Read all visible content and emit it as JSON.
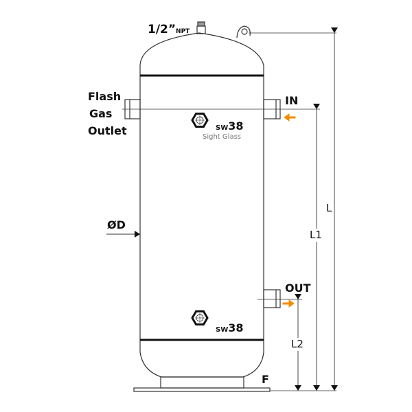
{
  "labels": {
    "npt_size": "1/2”",
    "npt_unit": "NPT",
    "flash_gas_outlet": [
      "Flash",
      "Gas",
      "Outlet"
    ],
    "inlet": "IN",
    "outlet": "OUT",
    "sw_prefix": "SW",
    "sw_size": "38",
    "sight_glass": "Sight Glass",
    "diameter": "ØD",
    "length": "L",
    "length1": "L1",
    "length2": "L2",
    "foot": "F"
  },
  "colors": {
    "arrow": "#f28c00",
    "line": "#333333"
  }
}
